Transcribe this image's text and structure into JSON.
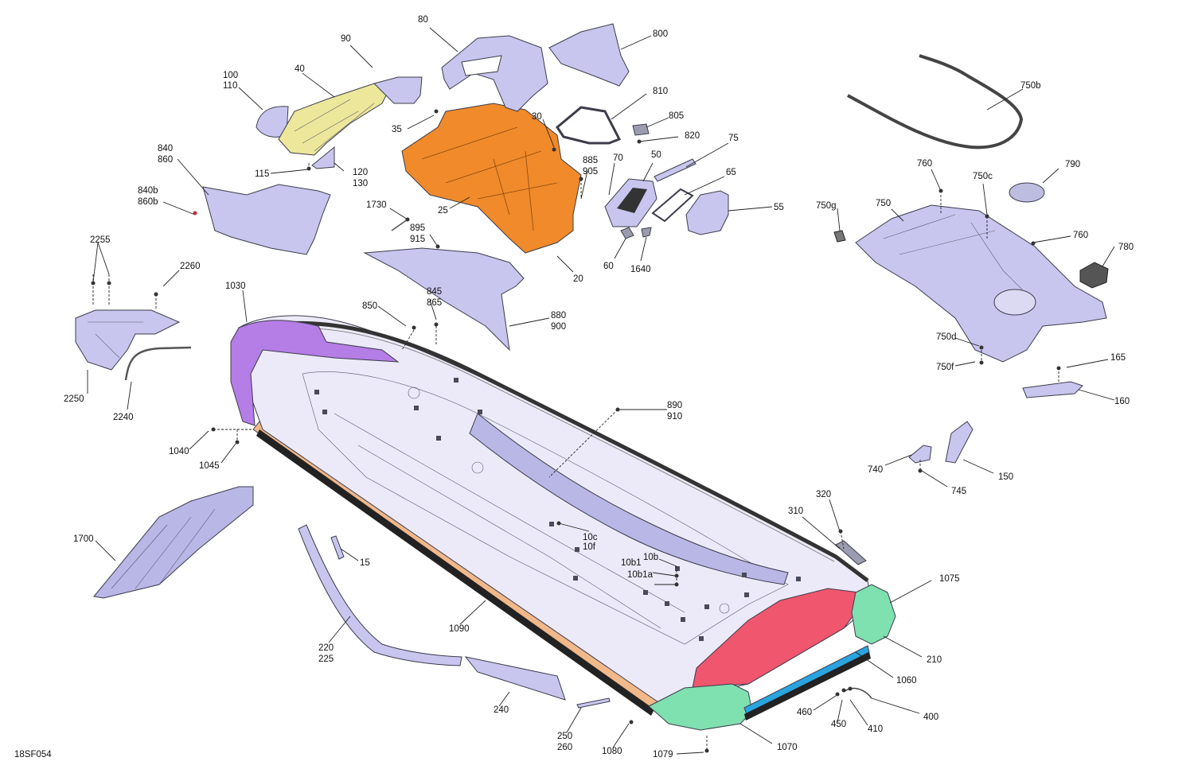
{
  "drawing_id": "18SF054",
  "labels": [
    {
      "id": "l-80",
      "text": "80"
    },
    {
      "id": "l-90",
      "text": "90"
    },
    {
      "id": "l-800",
      "text": "800"
    },
    {
      "id": "l-100",
      "text": "100"
    },
    {
      "id": "l-110",
      "text": "110"
    },
    {
      "id": "l-40",
      "text": "40"
    },
    {
      "id": "l-810",
      "text": "810"
    },
    {
      "id": "l-35",
      "text": "35"
    },
    {
      "id": "l-30",
      "text": "30"
    },
    {
      "id": "l-805",
      "text": "805"
    },
    {
      "id": "l-820",
      "text": "820"
    },
    {
      "id": "l-75",
      "text": "75"
    },
    {
      "id": "l-750b",
      "text": "750b"
    },
    {
      "id": "l-840",
      "text": "840"
    },
    {
      "id": "l-860",
      "text": "860"
    },
    {
      "id": "l-115",
      "text": "115"
    },
    {
      "id": "l-120",
      "text": "120"
    },
    {
      "id": "l-130",
      "text": "130"
    },
    {
      "id": "l-885",
      "text": "885"
    },
    {
      "id": "l-905",
      "text": "905"
    },
    {
      "id": "l-70",
      "text": "70"
    },
    {
      "id": "l-50",
      "text": "50"
    },
    {
      "id": "l-65",
      "text": "65"
    },
    {
      "id": "l-760a",
      "text": "760"
    },
    {
      "id": "l-750c",
      "text": "750c"
    },
    {
      "id": "l-790",
      "text": "790"
    },
    {
      "id": "l-840b",
      "text": "840b"
    },
    {
      "id": "l-860b",
      "text": "860b"
    },
    {
      "id": "l-1730",
      "text": "1730"
    },
    {
      "id": "l-25",
      "text": "25"
    },
    {
      "id": "l-55",
      "text": "55"
    },
    {
      "id": "l-750g",
      "text": "750g"
    },
    {
      "id": "l-750",
      "text": "750"
    },
    {
      "id": "l-895",
      "text": "895"
    },
    {
      "id": "l-915",
      "text": "915"
    },
    {
      "id": "l-760b",
      "text": "760"
    },
    {
      "id": "l-2255",
      "text": "2255"
    },
    {
      "id": "l-60",
      "text": "60"
    },
    {
      "id": "l-1640",
      "text": "1640"
    },
    {
      "id": "l-20",
      "text": "20"
    },
    {
      "id": "l-780",
      "text": "780"
    },
    {
      "id": "l-2260",
      "text": "2260"
    },
    {
      "id": "l-1030",
      "text": "1030"
    },
    {
      "id": "l-845",
      "text": "845"
    },
    {
      "id": "l-865",
      "text": "865"
    },
    {
      "id": "l-850",
      "text": "850"
    },
    {
      "id": "l-880",
      "text": "880"
    },
    {
      "id": "l-900",
      "text": "900"
    },
    {
      "id": "l-750d",
      "text": "750d"
    },
    {
      "id": "l-165",
      "text": "165"
    },
    {
      "id": "l-750f",
      "text": "750f"
    },
    {
      "id": "l-2250",
      "text": "2250"
    },
    {
      "id": "l-160",
      "text": "160"
    },
    {
      "id": "l-2240",
      "text": "2240"
    },
    {
      "id": "l-890",
      "text": "890"
    },
    {
      "id": "l-910",
      "text": "910"
    },
    {
      "id": "l-1040",
      "text": "1040"
    },
    {
      "id": "l-1045",
      "text": "1045"
    },
    {
      "id": "l-740",
      "text": "740"
    },
    {
      "id": "l-150",
      "text": "150"
    },
    {
      "id": "l-745",
      "text": "745"
    },
    {
      "id": "l-320",
      "text": "320"
    },
    {
      "id": "l-310",
      "text": "310"
    },
    {
      "id": "l-10c",
      "text": "10c"
    },
    {
      "id": "l-10f",
      "text": "10f"
    },
    {
      "id": "l-1700",
      "text": "1700"
    },
    {
      "id": "l-10b",
      "text": "10b"
    },
    {
      "id": "l-10b1",
      "text": "10b1"
    },
    {
      "id": "l-15",
      "text": "15"
    },
    {
      "id": "l-10b1a",
      "text": "10b1a"
    },
    {
      "id": "l-1075",
      "text": "1075"
    },
    {
      "id": "l-1090",
      "text": "1090"
    },
    {
      "id": "l-220",
      "text": "220"
    },
    {
      "id": "l-225",
      "text": "225"
    },
    {
      "id": "l-210",
      "text": "210"
    },
    {
      "id": "l-1060",
      "text": "1060"
    },
    {
      "id": "l-240",
      "text": "240"
    },
    {
      "id": "l-460",
      "text": "460"
    },
    {
      "id": "l-400",
      "text": "400"
    },
    {
      "id": "l-450",
      "text": "450"
    },
    {
      "id": "l-410",
      "text": "410"
    },
    {
      "id": "l-250",
      "text": "250"
    },
    {
      "id": "l-260",
      "text": "260"
    },
    {
      "id": "l-1070",
      "text": "1070"
    },
    {
      "id": "l-1080",
      "text": "1080"
    },
    {
      "id": "l-1079",
      "text": "1079"
    }
  ]
}
